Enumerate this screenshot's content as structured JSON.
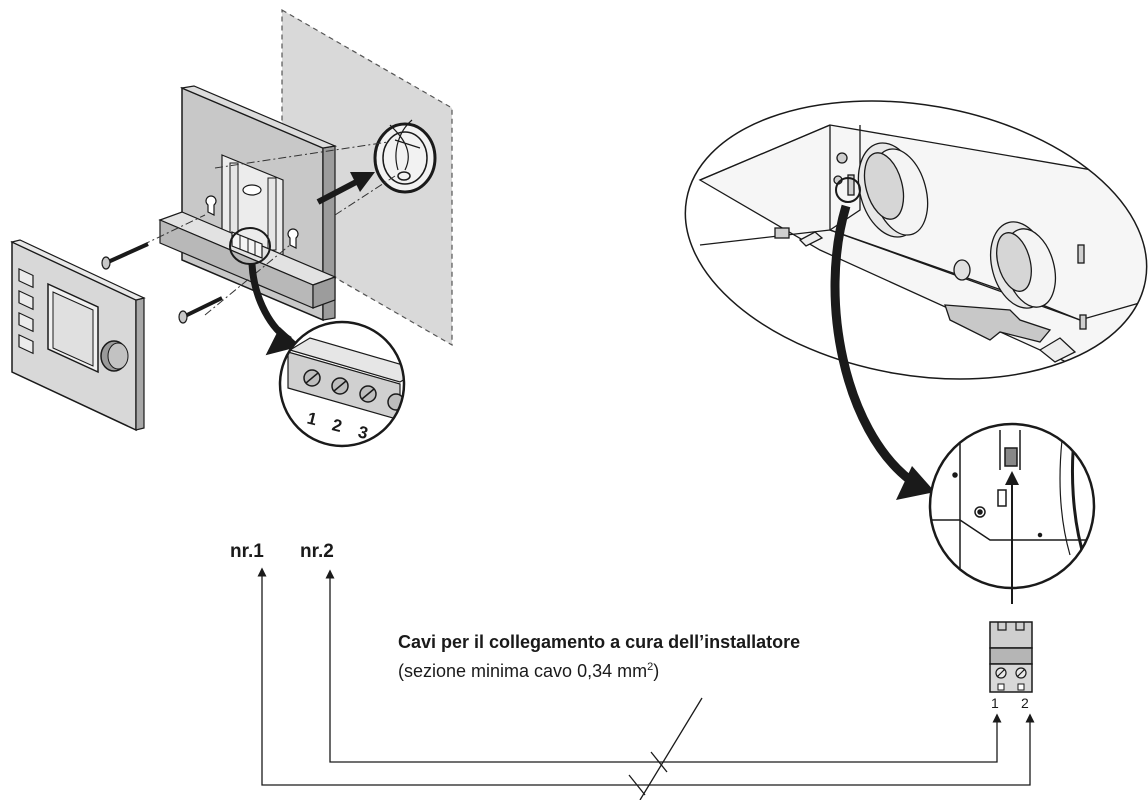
{
  "labels": {
    "wire1": "nr.1",
    "wire2": "nr.2",
    "cable_title": "Cavi per il collegamento a cura dell’installatore",
    "cable_note_prefix": "(sezione minima cavo 0,34 mm",
    "cable_note_sup": "2",
    "cable_note_suffix": ")"
  },
  "controller_terminals": [
    "1",
    "2",
    "3"
  ],
  "unit_terminals": [
    "1",
    "2"
  ],
  "colors": {
    "line": "#1a1a1a",
    "wall": "#d9d9d9",
    "panel": "#c8c8c8",
    "panel_dark": "#9c9c9c",
    "light": "#ececec"
  }
}
